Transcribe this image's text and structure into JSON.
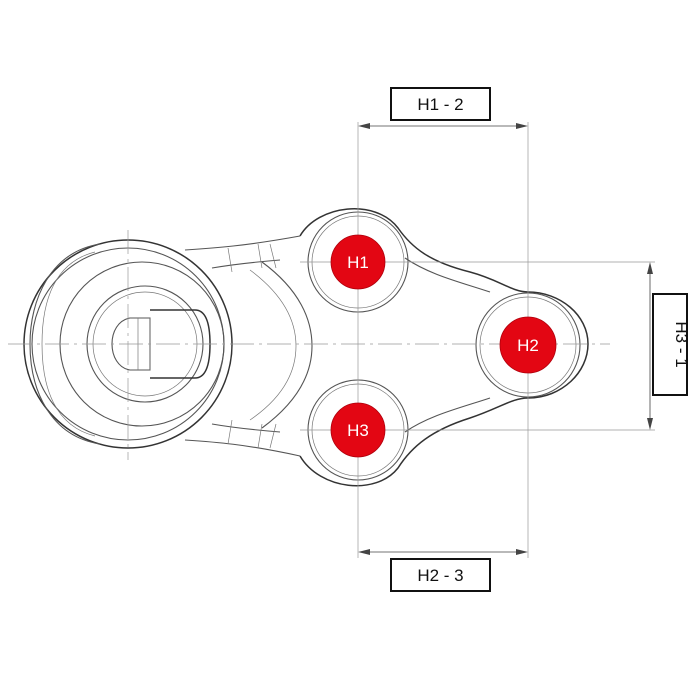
{
  "holes": [
    {
      "id": "h1",
      "label": "H1"
    },
    {
      "id": "h2",
      "label": "H2"
    },
    {
      "id": "h3",
      "label": "H3"
    }
  ],
  "dimensions": {
    "h1_h2": "H1 - 2",
    "h2_h3": "H2 - 3",
    "h3_h1": "H3 - 1"
  },
  "colors": {
    "hole_fill": "#e30613",
    "line": "#555555"
  }
}
